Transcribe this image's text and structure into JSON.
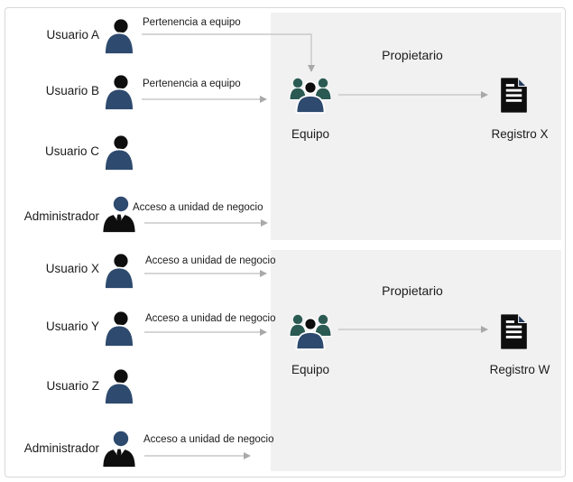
{
  "diagram": {
    "rows": [
      {
        "label": "Usuario A",
        "relation": "Pertenencia a equipo",
        "icon": "person-icon"
      },
      {
        "label": "Usuario B",
        "relation": "Pertenencia a equipo",
        "icon": "person-icon"
      },
      {
        "label": "Usuario C",
        "relation": "",
        "icon": "person-icon"
      },
      {
        "label": "Administrador",
        "relation": "Acceso a unidad de negocio",
        "icon": "admin-person-icon"
      },
      {
        "label": "Usuario X",
        "relation": "Acceso a unidad de negocio",
        "icon": "person-icon"
      },
      {
        "label": "Usuario Y",
        "relation": "Acceso a unidad de negocio",
        "icon": "person-icon"
      },
      {
        "label": "Usuario Z",
        "relation": "",
        "icon": "person-icon"
      },
      {
        "label": "Administrador",
        "relation": "Acceso a unidad de negocio",
        "icon": "admin-person-icon"
      }
    ],
    "panels": [
      {
        "title": "Propietario",
        "team": "Equipo",
        "record": "Registro X",
        "team_icon": "team-people-icon",
        "record_icon": "document-icon"
      },
      {
        "title": "Propietario",
        "team": "Equipo",
        "record": "Registro W",
        "team_icon": "team-people-icon",
        "record_icon": "document-icon"
      }
    ],
    "colors": {
      "person_body_navy": "#2e4a6e",
      "head_black": "#0e0e0e",
      "admin_head_navy": "#2e4a6e",
      "team_back_teal": "#2a5a52",
      "document_black": "#0e0e0e",
      "document_fold_navy": "#253c5f",
      "arrow_line": "#c9c9c9",
      "arrow_head": "#a9a9a9",
      "panel_background": "#f1f1f1",
      "outer_border": "#d8d8d8",
      "text": "#1b1b1b"
    }
  }
}
